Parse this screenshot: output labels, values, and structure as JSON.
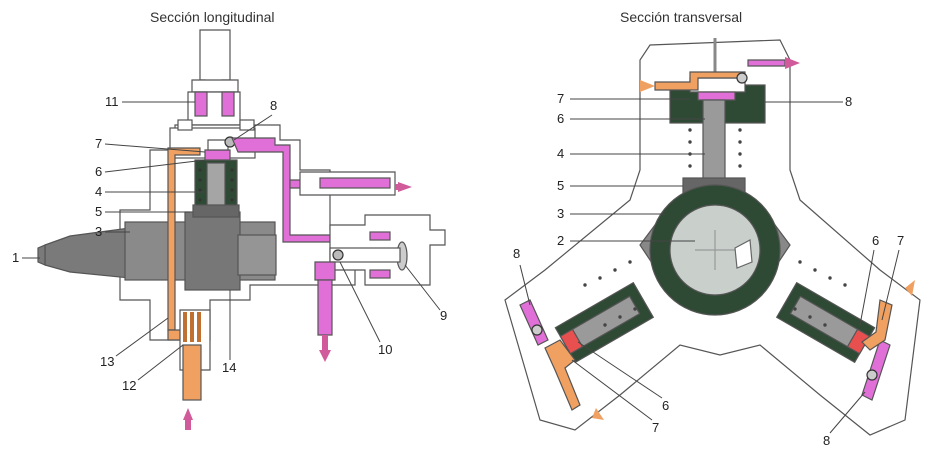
{
  "titles": {
    "left": "Sección longitudinal",
    "right": "Sección transversal"
  },
  "colors": {
    "housing_line": "#555555",
    "dark_green": "#2f4a34",
    "piston_gray": "#9a9a9a",
    "fuel_inlet": "#f0a060",
    "high_pressure": "#e070d8",
    "red_seal": "#e85050",
    "arrow": "#d05a9a",
    "spring_dot": "#444444"
  },
  "left_labels": [
    "1",
    "3",
    "5",
    "4",
    "6",
    "7",
    "11",
    "8",
    "9",
    "10",
    "12",
    "13",
    "14"
  ],
  "right_labels": [
    "7",
    "6",
    "4",
    "5",
    "3",
    "2",
    "8",
    "6",
    "7",
    "8",
    "6",
    "7",
    "8"
  ]
}
